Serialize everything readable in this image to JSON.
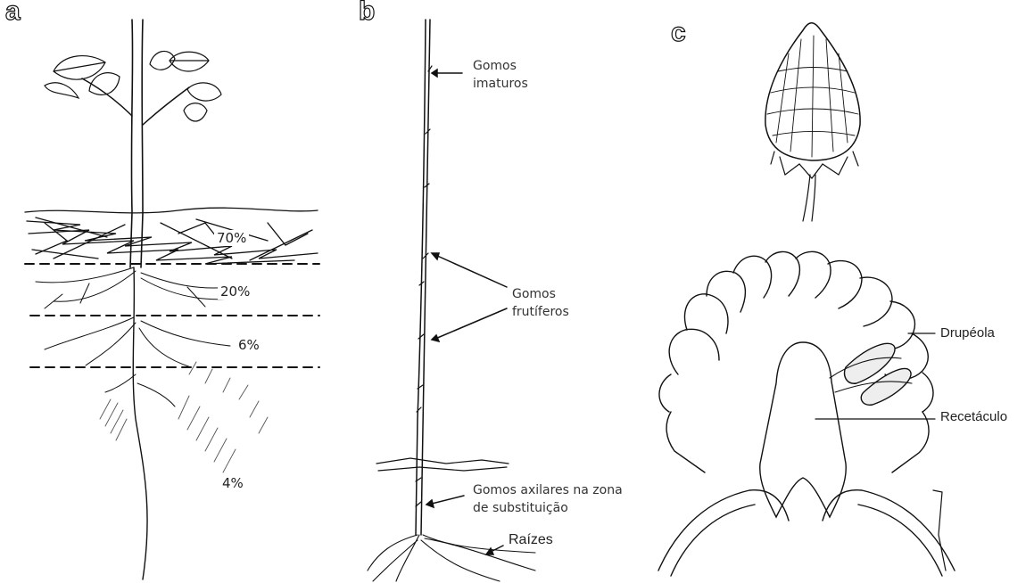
{
  "panels": {
    "a": {
      "letter": "a",
      "percentages": [
        "70%",
        "20%",
        "6%",
        "4%"
      ]
    },
    "b": {
      "letter": "b",
      "labels": {
        "immature_buds": "Gomos\nimaturos",
        "fruiting_buds": "Gomos\nfrutíferos",
        "axillary_buds": "Gomos axilares na zona\nde substituição",
        "roots": "Raízes"
      }
    },
    "c": {
      "letter": "c",
      "labels": {
        "drupelet": "Drupéola",
        "receptacle": "Recetáculo"
      }
    }
  }
}
